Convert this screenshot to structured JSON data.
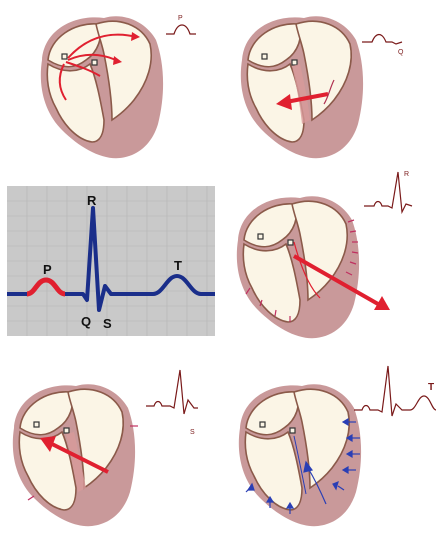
{
  "ecg_panel": {
    "wave_labels": {
      "p": "P",
      "q": "Q",
      "r": "R",
      "s": "S",
      "t": "T"
    }
  },
  "stage_labels": {
    "stage1": "P",
    "stage2": "Q",
    "stage3": "R",
    "stage4": "S",
    "stage5": "T"
  },
  "colors": {
    "heart_outline": "#8b5a4a",
    "heart_fill": "#fbf5e6",
    "muscle": "#c9999a",
    "excitation": "#e02030",
    "ecg_trace": "#1a2e8a",
    "ecg_bg": "#c9c9c9",
    "vector_arrow": "#2a3fb5"
  }
}
